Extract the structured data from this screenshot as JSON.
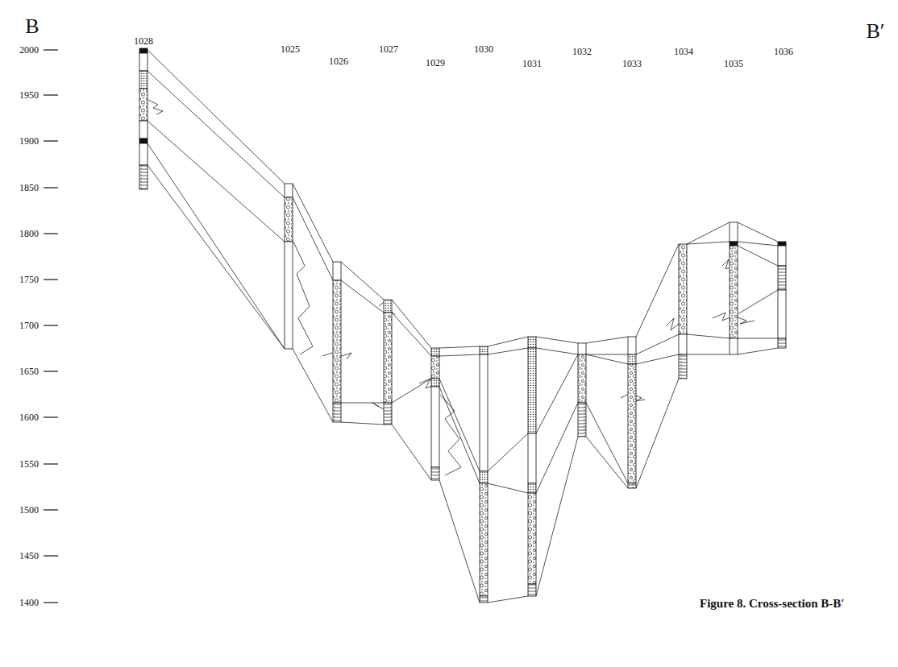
{
  "diagram": {
    "caption": "Figure 8. Cross-section B-B′",
    "labels": [
      "B",
      "B′",
      "1028",
      "1025",
      "1026",
      "1027",
      "1029",
      "1030",
      "1031",
      "1032",
      "1033",
      "1034",
      "1035",
      "1036",
      "2000",
      "1950",
      "1900",
      "1850",
      "1800",
      "1750",
      "1700",
      "1650",
      "1600",
      "1550",
      "1500",
      "1450",
      "1400"
    ]
  }
}
